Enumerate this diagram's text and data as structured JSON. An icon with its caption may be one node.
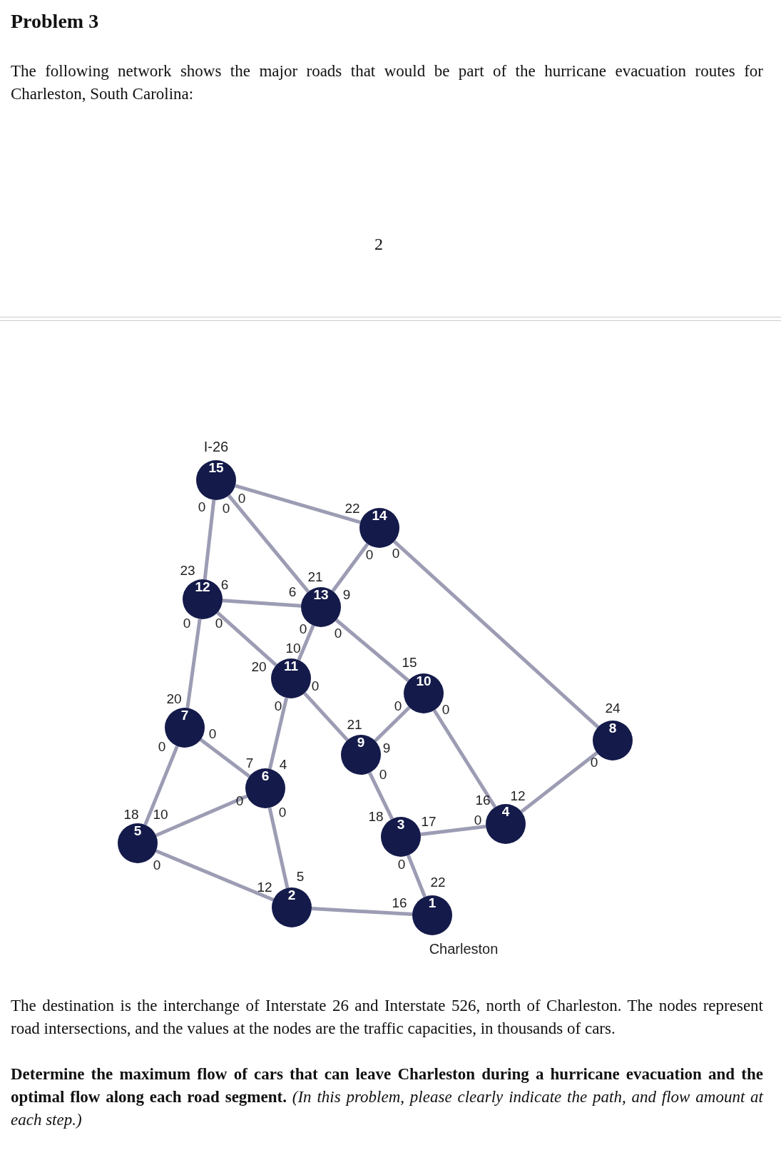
{
  "diagram": {
    "title": "Problem 3",
    "nodes": [
      {
        "text": [
          "15"
        ],
        "beside": [
          "I-26"
        ]
      },
      {
        "text": [
          "14"
        ]
      },
      {
        "text": [
          "12"
        ]
      },
      {
        "text": [
          "13"
        ]
      },
      {
        "text": [
          "11"
        ]
      },
      {
        "text": [
          "10"
        ]
      },
      {
        "text": [
          "7"
        ]
      },
      {
        "text": [
          "9"
        ]
      },
      {
        "text": [
          "8"
        ]
      },
      {
        "text": [
          "6"
        ]
      },
      {
        "text": [
          "5"
        ]
      },
      {
        "text": [
          "3"
        ]
      },
      {
        "text": [
          "4"
        ]
      },
      {
        "text": [
          "2"
        ]
      },
      {
        "text": [
          "1"
        ],
        "beside": [
          "Charleston"
        ]
      }
    ],
    "edges": [
      {
        "from": 0,
        "to": 2,
        "arrow": "none"
      },
      {
        "from": 0,
        "to": 3,
        "arrow": "none"
      },
      {
        "from": 0,
        "to": 1,
        "arrow": "none"
      },
      {
        "from": 1,
        "to": 3,
        "arrow": "none"
      },
      {
        "from": 1,
        "to": 8,
        "arrow": "none"
      },
      {
        "from": 2,
        "to": 3,
        "arrow": "none"
      },
      {
        "from": 2,
        "to": 4,
        "arrow": "none"
      },
      {
        "from": 2,
        "to": 6,
        "arrow": "none"
      },
      {
        "from": 3,
        "to": 4,
        "arrow": "none"
      },
      {
        "from": 3,
        "to": 5,
        "arrow": "none"
      },
      {
        "from": 4,
        "to": 7,
        "arrow": "none"
      },
      {
        "from": 4,
        "to": 9,
        "arrow": "none"
      },
      {
        "from": 5,
        "to": 7,
        "arrow": "none"
      },
      {
        "from": 5,
        "to": 12,
        "arrow": "none"
      },
      {
        "from": 6,
        "to": 9,
        "arrow": "none"
      },
      {
        "from": 6,
        "to": 10,
        "arrow": "none"
      },
      {
        "from": 9,
        "to": 10,
        "arrow": "none"
      },
      {
        "from": 9,
        "to": 13,
        "arrow": "none"
      },
      {
        "from": 10,
        "to": 13,
        "arrow": "none"
      },
      {
        "from": 7,
        "to": 11,
        "arrow": "none"
      },
      {
        "from": 11,
        "to": 12,
        "arrow": "none"
      },
      {
        "from": 11,
        "to": 14,
        "arrow": "none"
      },
      {
        "from": 13,
        "to": 14,
        "arrow": "none"
      },
      {
        "from": 8,
        "to": 12,
        "arrow": "none"
      }
    ],
    "labels": [
      "The following network shows the major roads that would be part of the hurricane evacuation routes for Charleston, South Carolina:",
      "2",
      "0",
      "0",
      "0",
      "22",
      "0",
      "0",
      "23",
      "6",
      "21",
      "6",
      "9",
      "0",
      "0",
      "0",
      "0",
      "10",
      "15",
      "20",
      "0",
      "20",
      "0",
      "0",
      "0",
      "24",
      "21",
      "0",
      "0",
      "9",
      "7",
      "4",
      "0",
      "0",
      "16",
      "12",
      "0",
      "18",
      "10",
      "0",
      "18",
      "17",
      "0",
      "0",
      "0",
      "5",
      "22",
      "12",
      "16",
      "The destination is the interchange of Interstate 26 and Interstate 526, north of Charleston. The nodes represent road intersections, and the values at the nodes are the traffic capacities, in thousands of cars.",
      "**Determine the maximum flow of cars that can leave Charleston during a hurricane evacuation and the optimal flow along each road segment.** *(In this problem, please clearly indicate the path, and flow amount at each step.)*"
    ]
  }
}
